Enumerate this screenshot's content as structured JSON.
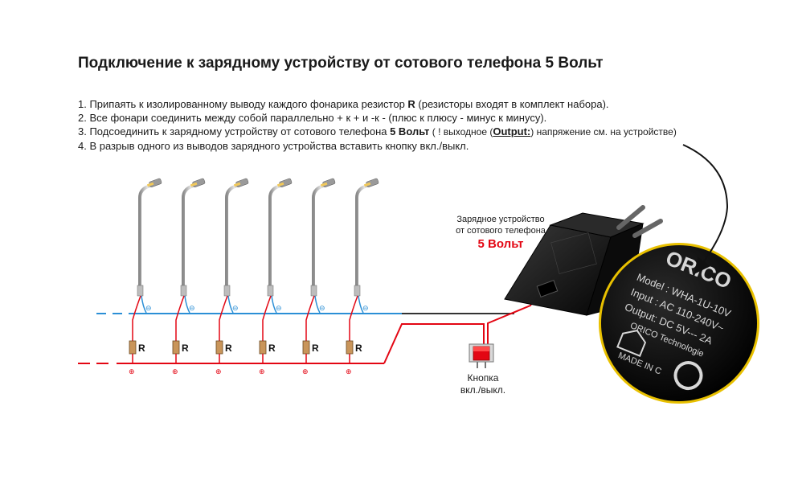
{
  "title": "Подключение к зарядному устройству от сотового телефона 5 Вольт",
  "steps": {
    "s1a": "1. Припаять к изолированному выводу каждого фонарика резистор ",
    "s1b": "R",
    "s1c": " (резисторы входят в комплект набора).",
    "s2": "2. Все фонари соединить между собой параллельно + к + и -к - (плюс к плюсу - минус к минусу).",
    "s3a": "3. Подсоединить к зарядному устройству от сотового телефона ",
    "s3b": "5 Вольт",
    "s3c": " ( ! выходное (",
    "s3d": "Output:",
    "s3e": ") напряжение см. на устройстве)",
    "s4": "4. В разрыв одного из выводов зарядного устройства вставить кнопку вкл./выкл."
  },
  "charger_caption": {
    "line1": "Зарядное устройство",
    "line2": "от сотового телефона",
    "voltage": "5 Вольт"
  },
  "switch_caption": {
    "line1": "Кнопка",
    "line2": "вкл./выкл."
  },
  "resistor_label": "R",
  "minus_symbol": "⊖",
  "plus_symbol": "⊕",
  "brand_label": {
    "brand": "ORICO",
    "model": "Model : WHA-1U-10V",
    "input": "Input : AC 110-240V~",
    "output": "Output: DC 5V--- 2A",
    "maker": "ORICO Technologie",
    "made": "MADE IN C"
  },
  "colors": {
    "minus_wire": "#2b8fd6",
    "plus_wire": "#e30613",
    "charger_body": "#111111",
    "switch_red": "#e30613"
  }
}
